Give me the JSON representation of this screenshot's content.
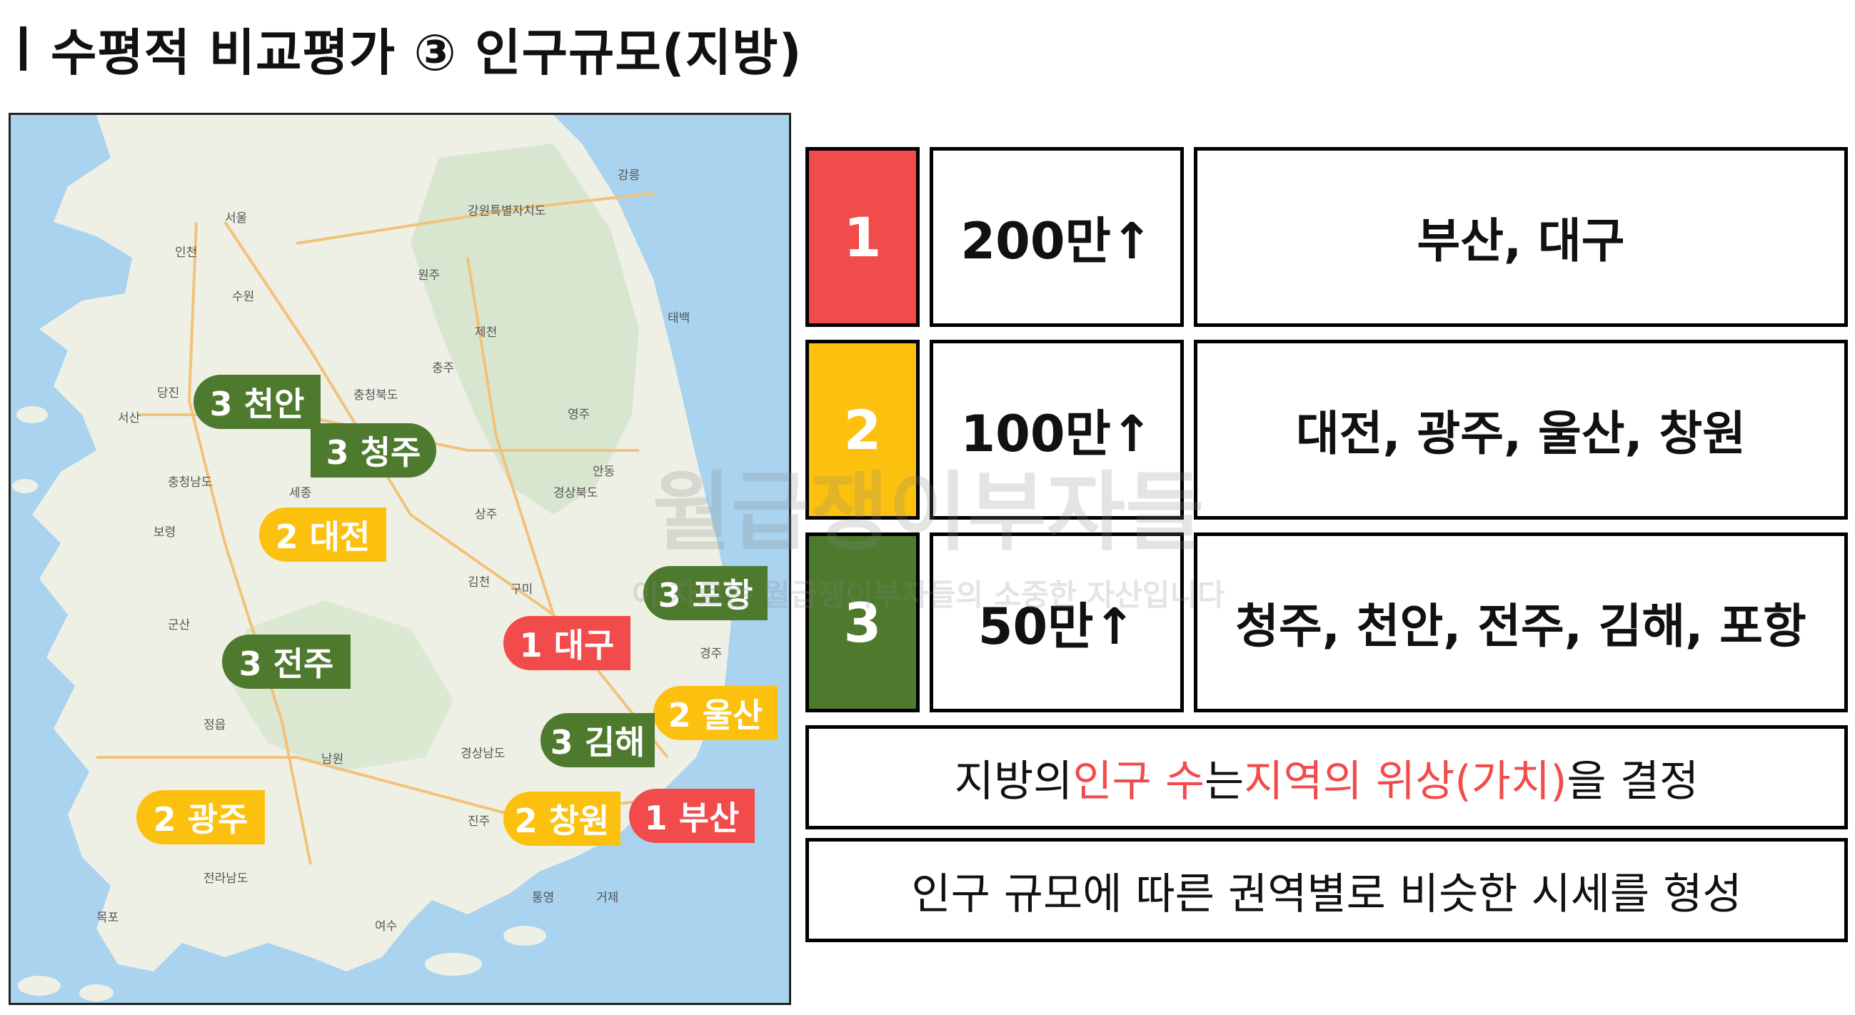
{
  "title": "수평적 비교평가 ③ 인구규모(지방)",
  "map": {
    "markers": [
      {
        "label": "3 천안",
        "color": "green"
      },
      {
        "label": "3 청주",
        "color": "green"
      },
      {
        "label": "2 대전",
        "color": "yellow"
      },
      {
        "label": "3 전주",
        "color": "green"
      },
      {
        "label": "3 포항",
        "color": "green"
      },
      {
        "label": "1 대구",
        "color": "red"
      },
      {
        "label": "2 울산",
        "color": "yellow"
      },
      {
        "label": "3 김해",
        "color": "green"
      },
      {
        "label": "2 창원",
        "color": "yellow"
      },
      {
        "label": "1 부산",
        "color": "red"
      },
      {
        "label": "2 광주",
        "color": "yellow"
      }
    ],
    "place_labels": [
      "서울",
      "인천",
      "수원",
      "원주",
      "강원특별자치도",
      "충청북도",
      "충청남도",
      "세종",
      "경상북도",
      "경상남도",
      "전라남도",
      "강릉",
      "제천",
      "안동",
      "구미",
      "경주",
      "진주",
      "통영",
      "거제",
      "여수",
      "목포",
      "정읍",
      "군산",
      "보령",
      "서산",
      "당진",
      "충주",
      "영주",
      "상주",
      "김천",
      "남원",
      "태백"
    ]
  },
  "table": {
    "rows": [
      {
        "rank": "1",
        "pop": "200만↑",
        "cities": "부산, 대구",
        "color": "red"
      },
      {
        "rank": "2",
        "pop": "100만↑",
        "cities": "대전, 광주, 울산, 창원",
        "color": "yellow"
      },
      {
        "rank": "3",
        "pop": "50만↑",
        "cities": "청주, 천안, 전주, 김해, 포항",
        "color": "green"
      }
    ],
    "note1": {
      "p1": "지방의 ",
      "p2": "인구 수",
      "p3": "는 ",
      "p4": "지역의 위상(가치)",
      "p5": "을 결정"
    },
    "note2": "인구 규모에 따른 권역별로 비슷한 시세를 형성"
  },
  "watermark": {
    "main": "월급쟁이부자들",
    "sub": "이 자료는 월급쟁이부자들의 소중한 자산입니다"
  }
}
